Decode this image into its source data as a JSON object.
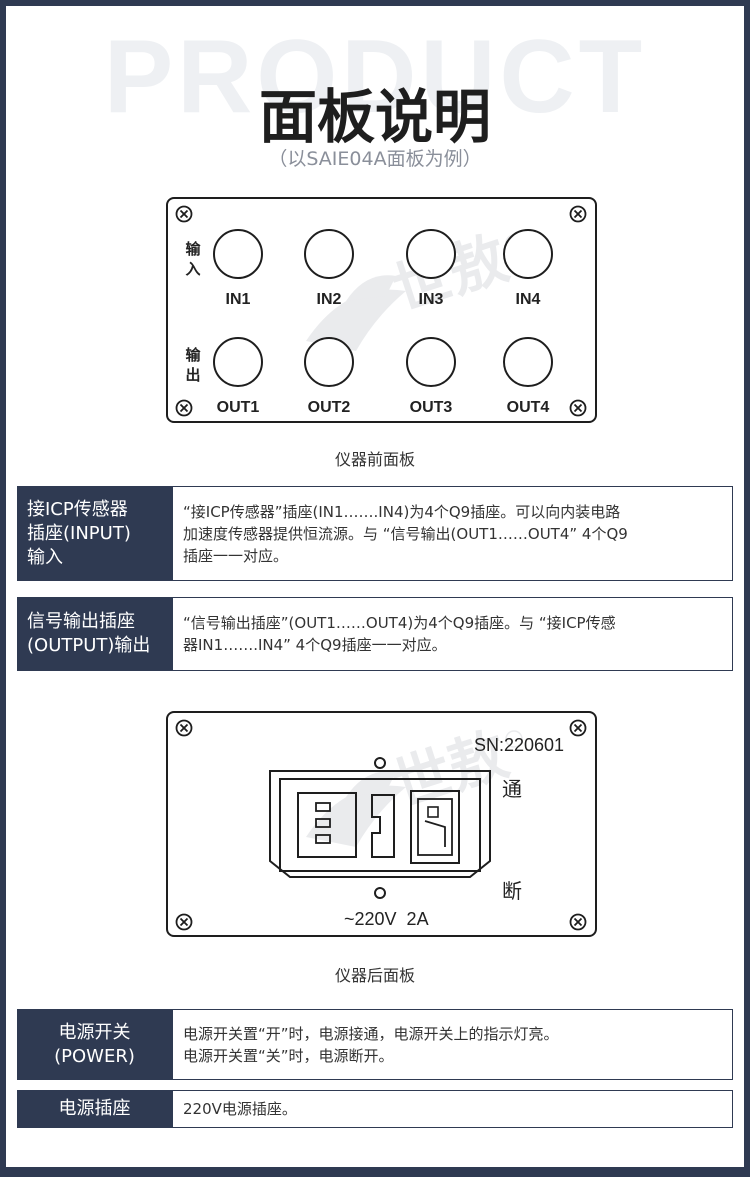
{
  "header": {
    "watermark": "PRODUCT",
    "title": "面板说明",
    "subtitle": "（以SAIE04A面板为例）"
  },
  "front_panel": {
    "input_label": "输\n入",
    "output_label": "输\n出",
    "inputs": [
      "IN1",
      "IN2",
      "IN3",
      "IN4"
    ],
    "outputs": [
      "OUT1",
      "OUT2",
      "OUT3",
      "OUT4"
    ],
    "watermark_text": "世敖",
    "caption": "仪器前面板"
  },
  "rows_top": [
    {
      "head": "接ICP传感器\n插座(INPUT)\n输入",
      "body": "“接ICP传感器”插座(IN1…….IN4)为4个Q9插座。可以向内装电路\n加速度传感器提供恒流源。与 “信号输出(OUT1……OUT4” 4个Q9\n插座一一对应。"
    },
    {
      "head": "信号输出插座\n(OUTPUT)输出",
      "body": "“信号输出插座”(OUT1……OUT4)为4个Q9插座。与 “接ICP传感\n器IN1…….IN4” 4个Q9插座一一对应。"
    }
  ],
  "rear_panel": {
    "serial": "SN:220601",
    "on_label": "通",
    "off_label": "断",
    "rating": "~220V  2A",
    "watermark_text": "世敖",
    "caption": "仪器后面板"
  },
  "rows_bottom": [
    {
      "head": "电源开关\n(POWER)",
      "body": "电源开关置“开”时，电源接通，电源开关上的指示灯亮。\n电源开关置“关”时，电源断开。"
    },
    {
      "head": "电源插座",
      "body": "220V电源插座。"
    }
  ],
  "colors": {
    "navy": "#2f3a52",
    "line": "#1e1e1e",
    "watermark": "#eef0f3"
  }
}
